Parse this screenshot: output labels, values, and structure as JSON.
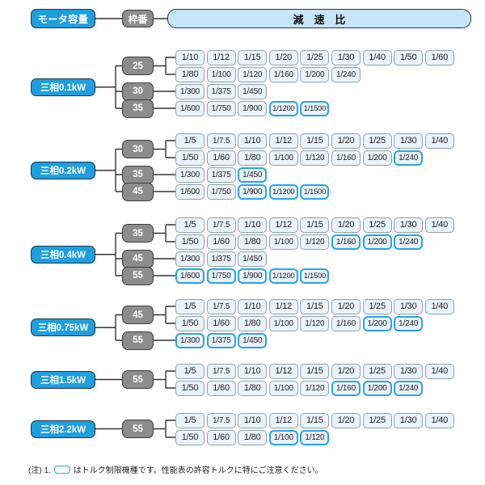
{
  "header": {
    "motor_capacity_label": "モータ容量",
    "frame_label": "枠番",
    "ratio_label": "減速比"
  },
  "colors": {
    "accent_blue": "#1E9FDE",
    "frame_gray": "#8C8C8C",
    "frame_border": "#3E3E3E",
    "ratio_header_fill": "#C6E5F8",
    "cell_fill": "#EAF3FB",
    "cell_border": "#8FA0AB",
    "limited_border": "#2BA3E8",
    "dark_border": "#1E3447",
    "line": "#333333",
    "text_dark": "#1C1C1C"
  },
  "groups": [
    {
      "label": "三相0.1kW",
      "frames": [
        {
          "size": "25",
          "rows": [
            [
              "1/10",
              "1/12",
              "1/15",
              "1/20",
              "1/25",
              "1/30",
              "1/40",
              "1/50",
              "1/60"
            ],
            [
              "1/80",
              "1/100",
              "1/120",
              "1/160",
              "1/200",
              "1/240"
            ]
          ],
          "torque_limited": []
        },
        {
          "size": "30",
          "rows": [
            [
              "1/300",
              "1/375",
              "1/450"
            ]
          ],
          "torque_limited": []
        },
        {
          "size": "35",
          "rows": [
            [
              "1/600",
              "1/750",
              "1/900",
              "1/1200",
              "1/1500"
            ]
          ],
          "torque_limited": [
            "1/1200",
            "1/1500"
          ]
        }
      ]
    },
    {
      "label": "三相0.2kW",
      "frames": [
        {
          "size": "30",
          "rows": [
            [
              "1/5",
              "1/7.5",
              "1/10",
              "1/12",
              "1/15",
              "1/20",
              "1/25",
              "1/30",
              "1/40"
            ],
            [
              "1/50",
              "1/60",
              "1/80",
              "1/100",
              "1/120",
              "1/160",
              "1/200",
              "1/240"
            ]
          ],
          "torque_limited": [
            "1/240"
          ]
        },
        {
          "size": "35",
          "rows": [
            [
              "1/300",
              "1/375",
              "1/450"
            ]
          ],
          "torque_limited": [
            "1/450"
          ]
        },
        {
          "size": "45",
          "rows": [
            [
              "1/600",
              "1/750",
              "1/900",
              "1/1200",
              "1/1500"
            ]
          ],
          "torque_limited": [
            "1/900",
            "1/1200",
            "1/1500"
          ]
        }
      ]
    },
    {
      "label": "三相0.4kW",
      "frames": [
        {
          "size": "35",
          "rows": [
            [
              "1/5",
              "1/7.5",
              "1/10",
              "1/12",
              "1/15",
              "1/20",
              "1/25",
              "1/30",
              "1/40"
            ],
            [
              "1/50",
              "1/60",
              "1/80",
              "1/100",
              "1/120",
              "1/160",
              "1/200",
              "1/240"
            ]
          ],
          "torque_limited": [
            "1/160",
            "1/200",
            "1/240"
          ]
        },
        {
          "size": "45",
          "rows": [
            [
              "1/300",
              "1/375",
              "1/450"
            ]
          ],
          "torque_limited": []
        },
        {
          "size": "55",
          "rows": [
            [
              "1/600",
              "1/750",
              "1/900",
              "1/1200",
              "1/1500"
            ]
          ],
          "torque_limited": [
            "1/600",
            "1/750",
            "1/900",
            "1/1200",
            "1/1500"
          ]
        }
      ]
    },
    {
      "label": "三相0.75kW",
      "frames": [
        {
          "size": "45",
          "rows": [
            [
              "1/5",
              "1/7.5",
              "1/10",
              "1/12",
              "1/15",
              "1/20",
              "1/25",
              "1/30",
              "1/40"
            ],
            [
              "1/50",
              "1/60",
              "1/80",
              "1/100",
              "1/120",
              "1/160",
              "1/200",
              "1/240"
            ]
          ],
          "torque_limited": [
            "1/200",
            "1/240"
          ]
        },
        {
          "size": "55",
          "rows": [
            [
              "1/300",
              "1/375",
              "1/450"
            ]
          ],
          "torque_limited": [
            "1/300",
            "1/375",
            "1/450"
          ]
        }
      ]
    },
    {
      "label": "三相1.5kW",
      "frames": [
        {
          "size": "55",
          "rows": [
            [
              "1/5",
              "1/7.5",
              "1/10",
              "1/12",
              "1/15",
              "1/20",
              "1/25",
              "1/30",
              "1/40"
            ],
            [
              "1/50",
              "1/60",
              "1/80",
              "1/100",
              "1/120",
              "1/160",
              "1/200",
              "1/240"
            ]
          ],
          "torque_limited": [
            "1/160",
            "1/200",
            "1/240"
          ]
        }
      ]
    },
    {
      "label": "三相2.2kW",
      "frames": [
        {
          "size": "55",
          "rows": [
            [
              "1/5",
              "1/7.5",
              "1/10",
              "1/12",
              "1/15",
              "1/20",
              "1/25",
              "1/30",
              "1/40"
            ],
            [
              "1/50",
              "1/60",
              "1/80",
              "1/100",
              "1/120"
            ]
          ],
          "torque_limited": [
            "1/100",
            "1/120"
          ]
        }
      ]
    }
  ],
  "note": {
    "prefix": "(注) 1.",
    "text": "はトルク制限機種です。性能表の許容トルクに特にご注意ください。"
  }
}
